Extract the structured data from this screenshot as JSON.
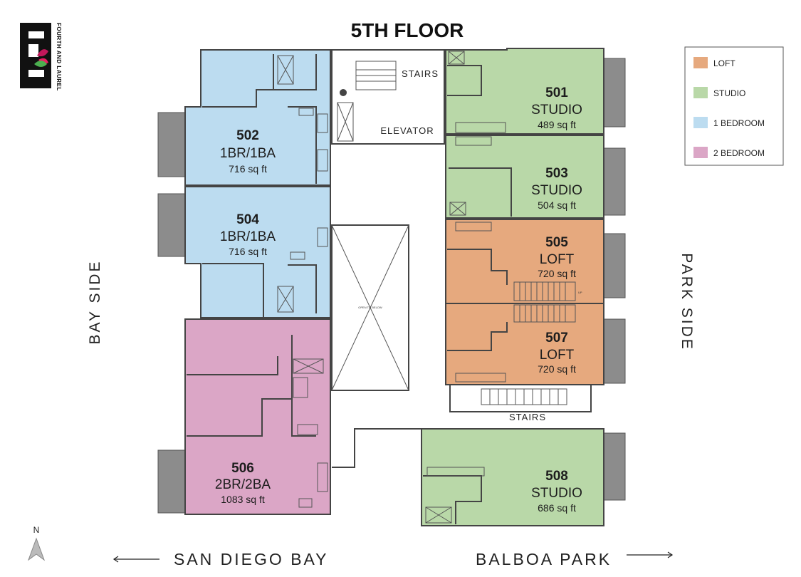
{
  "title": "5TH FLOOR",
  "logo": {
    "text": "FOURTH AND LAUREL"
  },
  "legend": [
    {
      "label": "LOFT",
      "color": "#e6a97e"
    },
    {
      "label": "STUDIO",
      "color": "#b9d8a8"
    },
    {
      "label": "1 BEDROOM",
      "color": "#bcdcf0"
    },
    {
      "label": "2 BEDROOM",
      "color": "#dba6c6"
    }
  ],
  "units": {
    "u501": {
      "number": "501",
      "type": "STUDIO",
      "size": "489 sq ft"
    },
    "u502": {
      "number": "502",
      "type": "1BR/1BA",
      "size": "716 sq ft"
    },
    "u503": {
      "number": "503",
      "type": "STUDIO",
      "size": "504 sq ft"
    },
    "u504": {
      "number": "504",
      "type": "1BR/1BA",
      "size": "716 sq ft"
    },
    "u505": {
      "number": "505",
      "type": "LOFT",
      "size": "720 sq ft"
    },
    "u506": {
      "number": "506",
      "type": "2BR/2BA",
      "size": "1083 sq ft"
    },
    "u507": {
      "number": "507",
      "type": "LOFT",
      "size": "720 sq ft"
    },
    "u508": {
      "number": "508",
      "type": "STUDIO",
      "size": "686 sq ft"
    }
  },
  "labels": {
    "stairs_top": "STAIRS",
    "elevator": "ELEVATOR",
    "stairs_bottom": "STAIRS",
    "open_below": "OPEN TO BELOW",
    "up": "UP",
    "bay_side": "BAY SIDE",
    "park_side": "PARK SIDE",
    "north": "N",
    "san_diego_bay": "SAN DIEGO BAY",
    "balboa_park": "BALBOA PARK"
  }
}
